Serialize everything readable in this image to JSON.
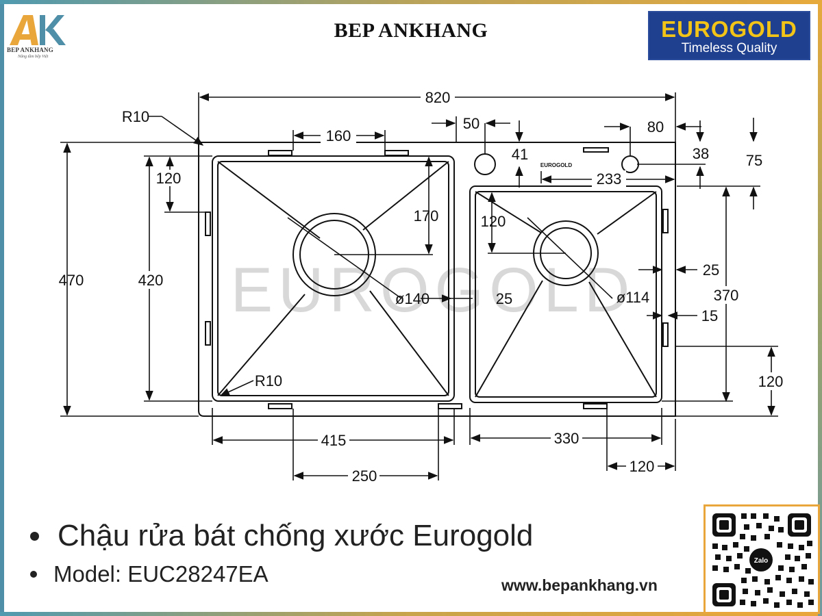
{
  "header": {
    "logo_brand": "BEP ANKHANG",
    "logo_slogan": "Nâng tầm bếp Việt",
    "title": "BEP ANKHANG",
    "partner_logo_name": "EUROGOLD",
    "partner_logo_tagline": "Timeless Quality"
  },
  "drawing": {
    "watermark": "EUROGOLD",
    "engraving": "EUROGOLD",
    "dimensions": {
      "total_width": "820",
      "total_height": "470",
      "corner_radius_outer": "R10",
      "corner_radius_inner": "R10",
      "left_bowl_top_gap": "160",
      "left_bowl_offset": "120",
      "left_bowl_inner_height": "420",
      "left_drain_vertical": "170",
      "left_drain_diameter": "ø140",
      "drain_gap": "25",
      "left_bowl_width": "415",
      "left_drain_offset": "250",
      "tap_hole_offset_left": "50",
      "tap_hole_offset_right": "80",
      "small_gap_41": "41",
      "right_offset_38": "38",
      "right_total_75": "75",
      "inner_span_233": "233",
      "right_bowl_offset": "120",
      "right_drain_diameter": "ø114",
      "right_side_25": "25",
      "right_bowl_height": "370",
      "right_side_15": "15",
      "right_bottom_120": "120",
      "right_bowl_width": "330",
      "right_drain_offset": "120"
    }
  },
  "product": {
    "name": "Chậu rửa bát chống xước Eurogold",
    "model": "Model: EUC28247EA"
  },
  "footer": {
    "website": "www.bepankhang.vn",
    "qr_label": "Zalo"
  },
  "colors": {
    "border_teal": "#4f8fa8",
    "border_gold": "#e9a63a",
    "eurogold_blue": "#1f3f8f",
    "eurogold_yellow": "#f2c417"
  }
}
